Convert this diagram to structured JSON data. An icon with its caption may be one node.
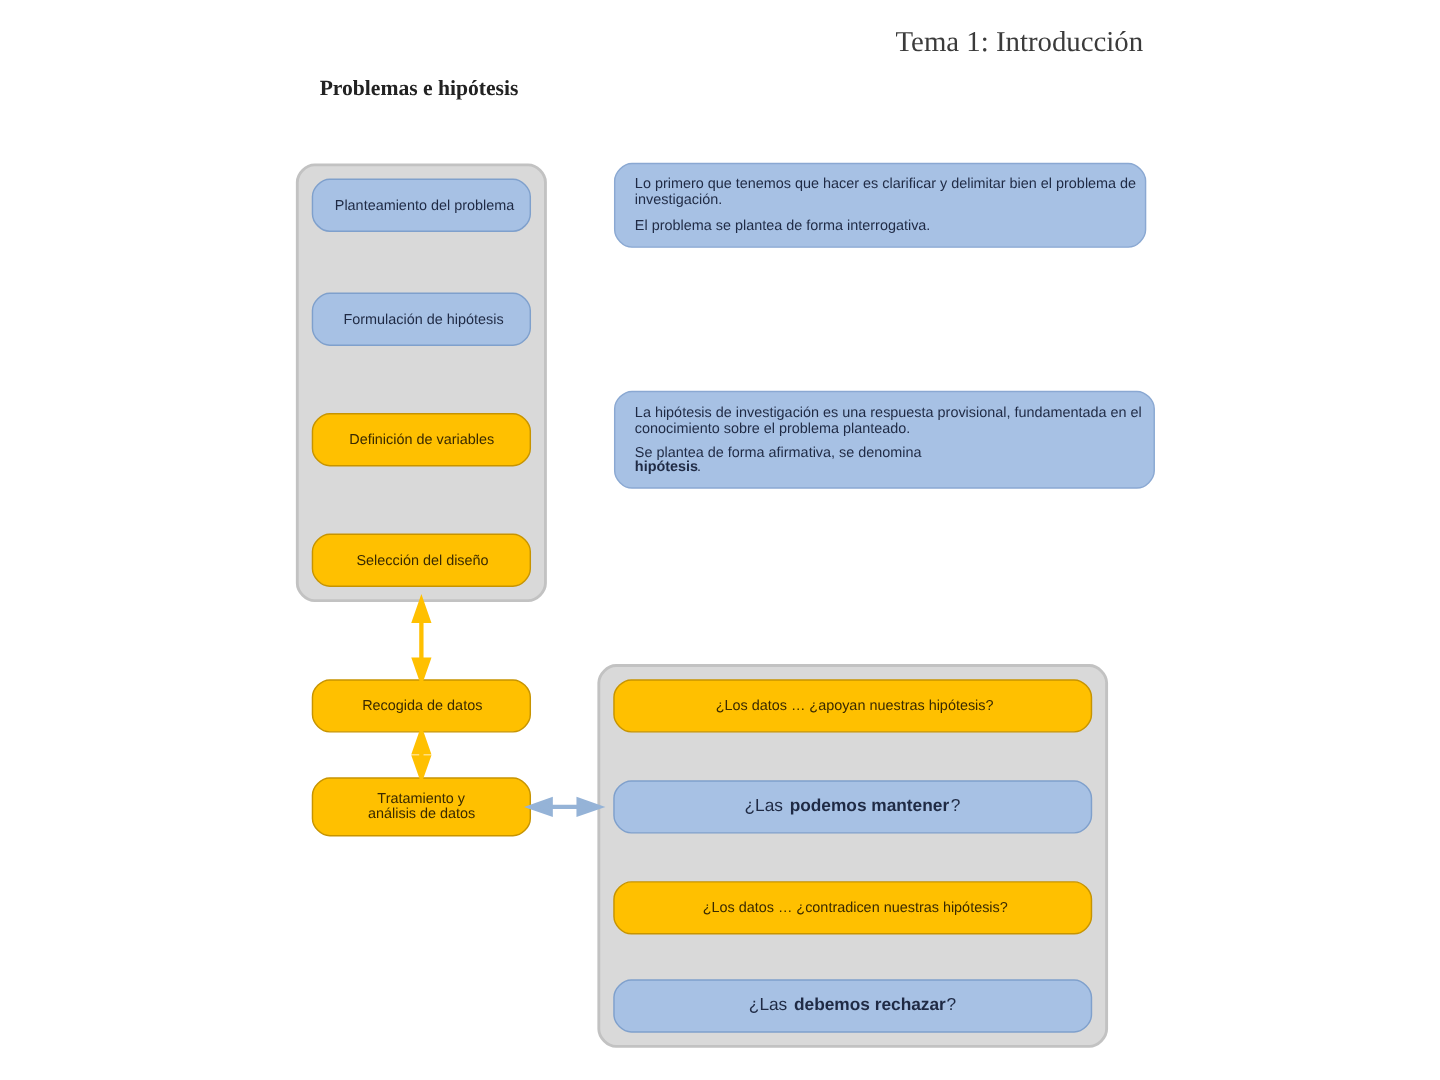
{
  "diagram": {
    "title": "Tema 1: Introducción",
    "nodes": [
      {
        "text": [],
        "shape": "box"
      },
      {
        "text": [
          "Planteamiento del problema"
        ],
        "in": 0
      },
      {
        "text": [
          "Formulación de hipótesis"
        ],
        "in": 0
      },
      {
        "text": [
          "Definición de variables"
        ],
        "in": 0
      },
      {
        "text": [
          "Selección del diseño"
        ],
        "in": 0
      },
      {
        "text": [
          "Lo primero que tenemos que hacer es clarificar y delimitar bien el problema de investigación.",
          "El problema se plantea de forma interrogativa."
        ]
      },
      {
        "text": [
          "La hipótesis de investigación es una respuesta provisional, fundamentada en el conocimiento sobre el problema planteado.",
          "Se plantea de forma afirmativa, se denomina **hipótesis**."
        ]
      },
      {
        "text": [
          "Recogida de datos"
        ]
      },
      {
        "text": [
          "Tratamiento y análisis de datos"
        ]
      },
      {
        "text": [],
        "shape": "box"
      },
      {
        "text": [
          "¿Los datos … ¿apoyan nuestras hipótesis?"
        ],
        "in": 9
      },
      {
        "text": [
          "¿Las **podemos mantener**?"
        ],
        "in": 9
      },
      {
        "text": [
          "¿Los datos … ¿contradicen nuestras hipótesis?"
        ],
        "in": 9
      },
      {
        "text": [
          "¿Las **debemos rechazar**?"
        ],
        "in": 9
      }
    ],
    "edges": [
      {
        "from": 0,
        "to": 7,
        "arrow": "both"
      },
      {
        "from": 7,
        "to": 8,
        "arrow": "both"
      },
      {
        "from": 8,
        "to": 9,
        "arrow": "both",
        "color": "#95b3d7"
      }
    ],
    "labels": [
      "Problemas e hipótesis"
    ]
  }
}
